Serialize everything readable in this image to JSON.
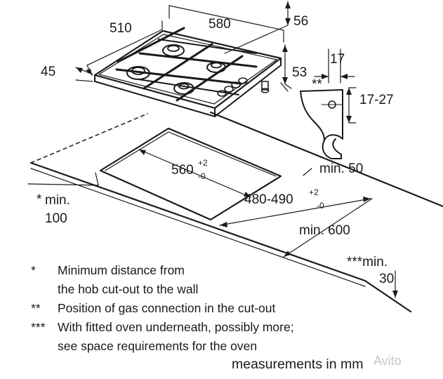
{
  "dimensions": {
    "hob_depth": "510",
    "hob_width": "580",
    "hob_height": "45",
    "right_top": "56",
    "right_bottom": "53",
    "gas_offset": "17",
    "gas_range": "17-27",
    "gas_marker": "**",
    "cutout_width": "560",
    "cutout_width_tol_plus": "+2",
    "cutout_width_tol_minus": "-0",
    "cutout_depth": "480-490",
    "cutout_depth_tol_plus": "+2",
    "cutout_depth_tol_minus": "-0",
    "min_back": "min. 50",
    "min_wall_marker": "*",
    "min_wall_label": "min.",
    "min_wall_value": "100",
    "min_front": "min. 600",
    "min_oven_label": "***min.",
    "min_oven_value": "30"
  },
  "notes": [
    {
      "mark": "*",
      "line1": "Minimum distance from",
      "line2": "the hob cut-out to the wall"
    },
    {
      "mark": "**",
      "line1": "Position of gas connection in the cut-out",
      "line2": ""
    },
    {
      "mark": "***",
      "line1": "With fitted oven underneath, possibly more;",
      "line2": "see space requirements for the oven"
    }
  ],
  "units_label": "measurements in mm",
  "watermark": "Avito",
  "colors": {
    "line": "#1a1a1a",
    "watermark": "#c8c8c8"
  }
}
